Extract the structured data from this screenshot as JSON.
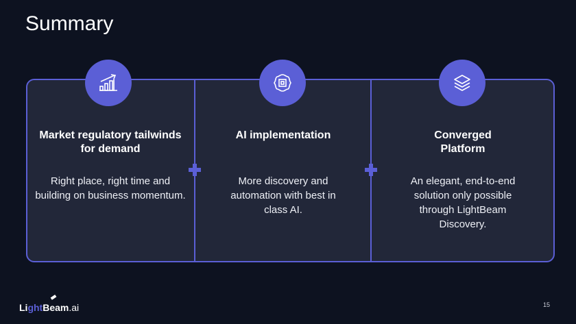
{
  "title": "Summary",
  "columns": [
    {
      "icon": "growth-chart-icon",
      "heading": "Market regulatory tailwinds for demand",
      "body": "Right place, right time and building on business momentum."
    },
    {
      "icon": "ai-chip-icon",
      "heading": "AI implementation",
      "body": "More discovery and automation with best in class AI."
    },
    {
      "icon": "layers-icon",
      "heading": "Converged Platform",
      "body": "An elegant, end-to-end solution only possible through LightBeam Discovery."
    }
  ],
  "logo": {
    "part1": "Li",
    "part2": "ght",
    "part3": "Beam",
    "part4": ".ai"
  },
  "page_number": "15",
  "colors": {
    "accent": "#5b5fd6",
    "background": "#0d1220",
    "card": "#222739"
  }
}
